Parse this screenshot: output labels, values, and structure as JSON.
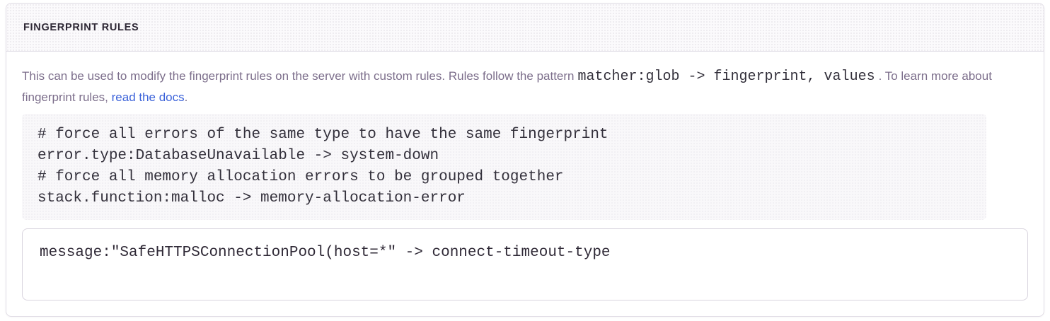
{
  "panel": {
    "title": "FINGERPRINT RULES",
    "description": {
      "text_before_code": "This can be used to modify the fingerprint rules on the server with custom rules. Rules follow the pattern",
      "inline_code": "matcher:glob -> fingerprint, values",
      "text_after_code": ". To learn more about fingerprint rules, ",
      "link_label": "read the docs",
      "text_end": "."
    },
    "example_code": "# force all errors of the same type to have the same fingerprint\nerror.type:DatabaseUnavailable -> system-down\n# force all memory allocation errors to be grouped together\nstack.function:malloc -> memory-allocation-error",
    "rules_input": {
      "value": "message:\"SafeHTTPSConnectionPool(host=*\" -> connect-timeout-type"
    },
    "colors": {
      "link": "#3b62d9",
      "heading_text": "#2f2936",
      "body_text": "#7c6e8b",
      "panel_border": "#e0dce5",
      "example_background": "#f9f8fa"
    }
  }
}
